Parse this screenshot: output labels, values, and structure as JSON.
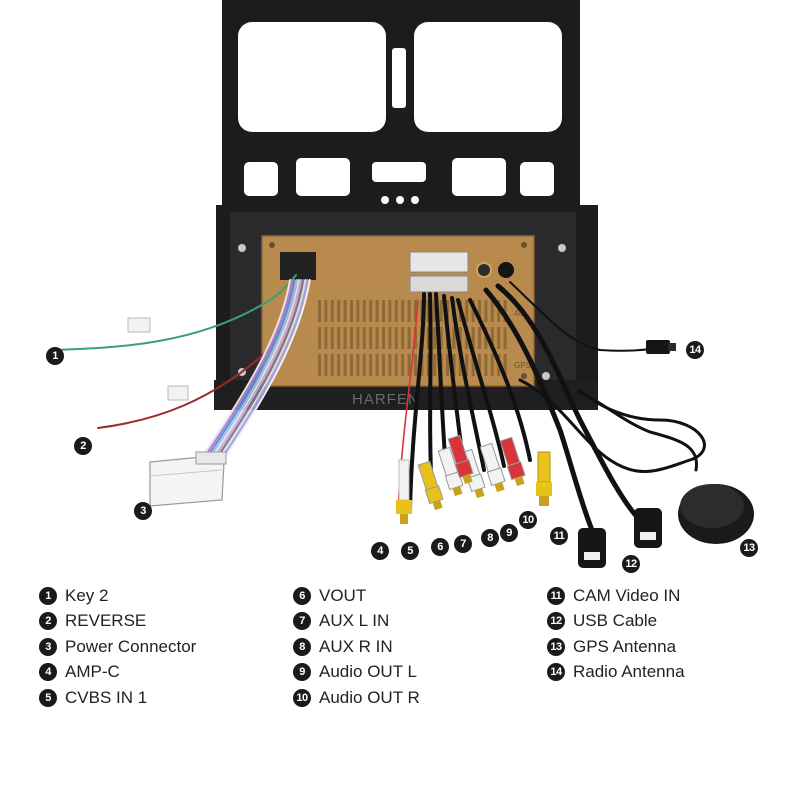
{
  "brand_watermark": "HARFEN",
  "unit_labels": {
    "gps_port": "GPS",
    "antenna_port": "4G"
  },
  "callouts": [
    {
      "num": "1",
      "label": "Key 2"
    },
    {
      "num": "2",
      "label": "REVERSE"
    },
    {
      "num": "3",
      "label": "Power Connector"
    },
    {
      "num": "4",
      "label": "AMP-C"
    },
    {
      "num": "5",
      "label": "CVBS IN 1"
    },
    {
      "num": "6",
      "label": "VOUT"
    },
    {
      "num": "7",
      "label": "AUX L IN"
    },
    {
      "num": "8",
      "label": "AUX R IN"
    },
    {
      "num": "9",
      "label": "Audio OUT L"
    },
    {
      "num": "10",
      "label": "Audio OUT R"
    },
    {
      "num": "11",
      "label": "CAM Video IN"
    },
    {
      "num": "12",
      "label": "USB Cable"
    },
    {
      "num": "13",
      "label": "GPS Antenna"
    },
    {
      "num": "14",
      "label": "Radio Antenna"
    }
  ],
  "colors": {
    "frame": "#1c1c1e",
    "unit_body": "#b98a4e",
    "badge": "#1a1a1a",
    "rca_yellow": "#e8c21a",
    "rca_red": "#d8343a",
    "rca_white": "#f2f2f2"
  }
}
